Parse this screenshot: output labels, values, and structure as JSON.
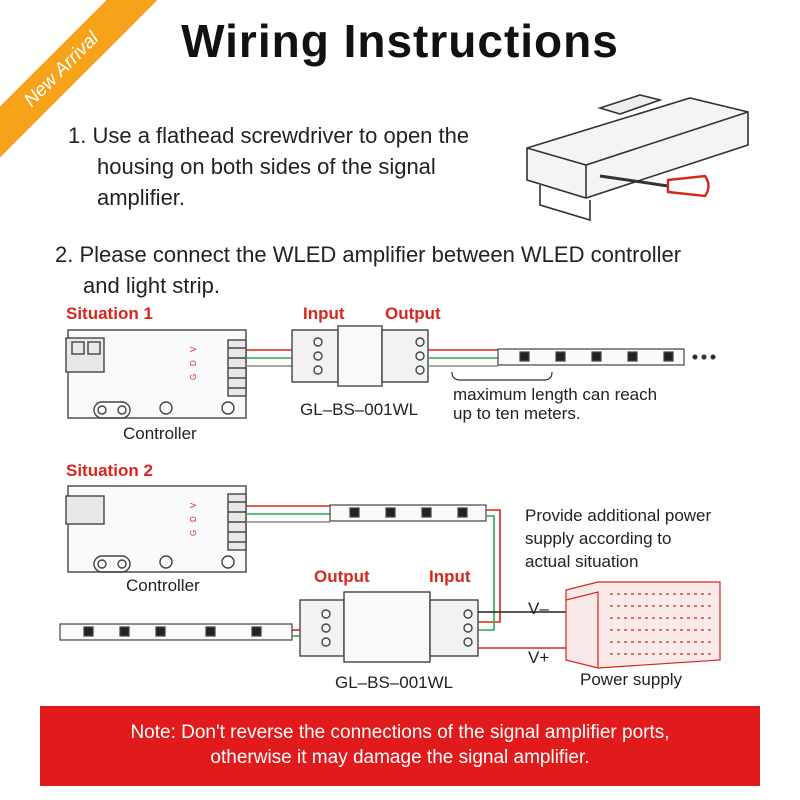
{
  "badge": "New Arrival",
  "title": "Wiring Instructions",
  "steps": {
    "step1_line1": "1. Use a flathead screwdriver to open the",
    "step1_line2": "housing on both sides of the signal",
    "step1_line3": "amplifier.",
    "step2_line1": "2. Please connect the WLED amplifier between WLED controller",
    "step2_line2": "and light strip."
  },
  "situation1": {
    "heading": "Situation 1",
    "input_label": "Input",
    "output_label": "Output",
    "controller_label": "Controller",
    "model_label": "GL–BS–001WL",
    "note_line1": "maximum length can reach",
    "note_line2": "up to ten meters."
  },
  "situation2": {
    "heading": "Situation 2",
    "controller_label": "Controller",
    "output_label": "Output",
    "input_label": "Input",
    "model_label": "GL–BS–001WL",
    "power_line1": "Provide additional power",
    "power_line2": "supply according to",
    "power_line3": "actual situation",
    "v_minus": "V–",
    "v_plus": "V+",
    "power_supply_label": "Power supply"
  },
  "pins": {
    "g": "G",
    "d": "D",
    "v": "V"
  },
  "note": {
    "line1": "Note: Don't reverse the connections of the signal amplifier ports,",
    "line2": "otherwise it may damage the signal amplifier."
  },
  "colors": {
    "accent_red": "#d9261c",
    "note_bg": "#e11b1b",
    "badge": "#f6a21a",
    "wire_green": "#2fa84f",
    "wire_red": "#d9261c"
  }
}
